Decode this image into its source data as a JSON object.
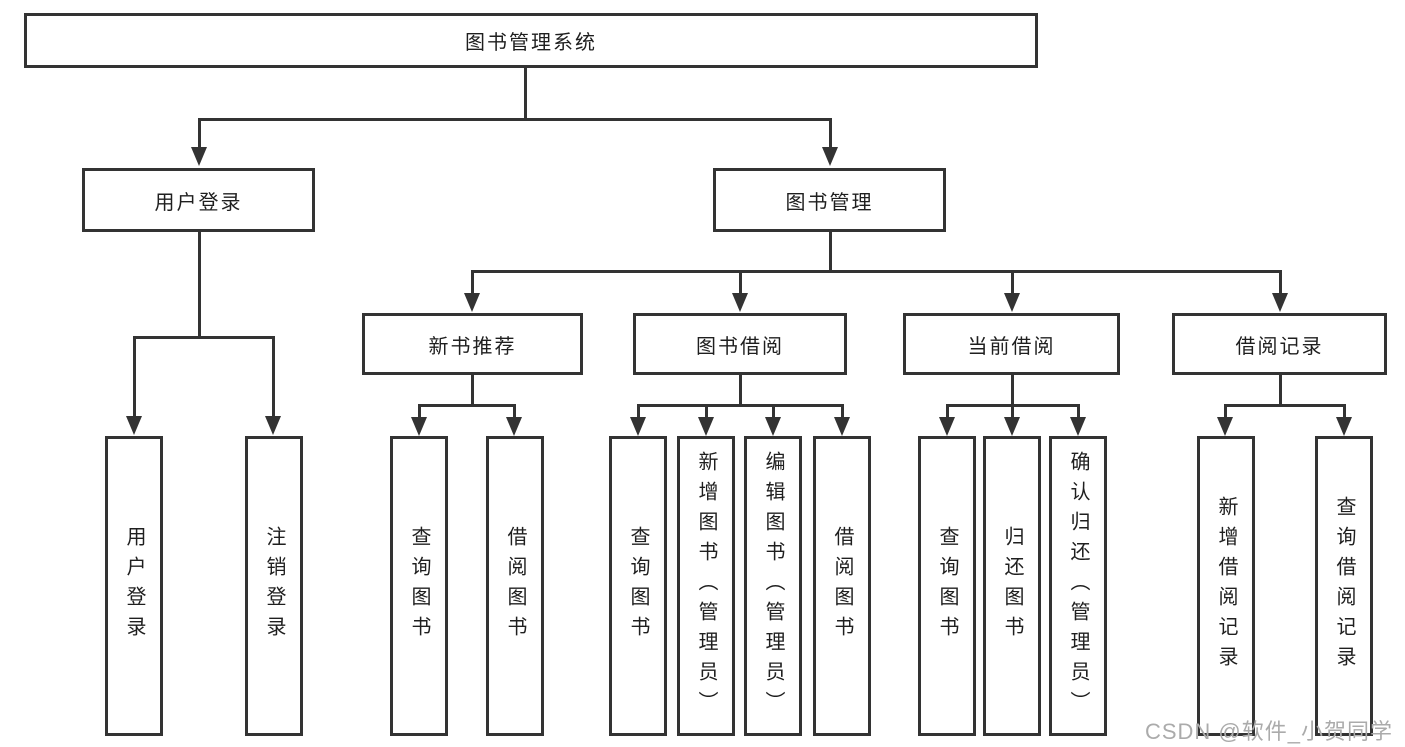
{
  "diagram_title": "图书管理系统",
  "colors": {
    "line": "#333333",
    "text": "#1f1f1f",
    "background": "#ffffff",
    "watermark": "#ababab"
  },
  "nodes": {
    "root": {
      "label": "图书管理系统"
    },
    "level2": [
      {
        "label": "用户登录"
      },
      {
        "label": "图书管理"
      }
    ],
    "level3": [
      {
        "label": "新书推荐"
      },
      {
        "label": "图书借阅"
      },
      {
        "label": "当前借阅"
      },
      {
        "label": "借阅记录"
      }
    ],
    "leaves": {
      "user_login_children": [
        {
          "label": "用户登录"
        },
        {
          "label": "注销登录"
        }
      ],
      "new_book_children": [
        {
          "label": "查询图书"
        },
        {
          "label": "借阅图书"
        }
      ],
      "book_borrow_children": [
        {
          "label": "查询图书"
        },
        {
          "label": "新增图书（管理员）"
        },
        {
          "label": "编辑图书（管理员）"
        },
        {
          "label": "借阅图书"
        }
      ],
      "current_borrow_children": [
        {
          "label": "查询图书"
        },
        {
          "label": "归还图书"
        },
        {
          "label": "确认归还（管理员）"
        }
      ],
      "borrow_record_children": [
        {
          "label": "新增借阅记录"
        },
        {
          "label": "查询借阅记录"
        }
      ]
    }
  },
  "watermark": {
    "text": "CSDN @软件_小贺同学"
  }
}
